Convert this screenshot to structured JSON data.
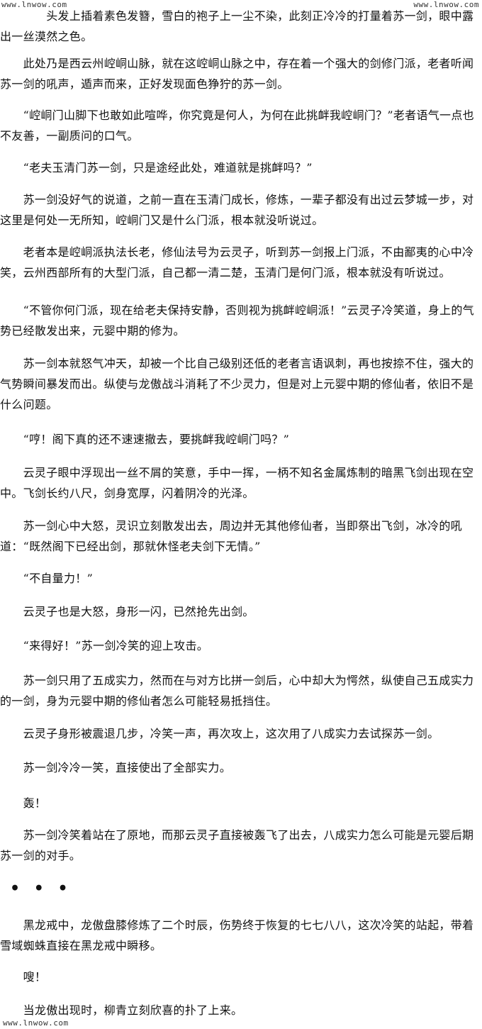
{
  "watermark": {
    "top_left": "www.lnwow.com",
    "top_right": "www.lnwow.com",
    "bottom_left": "www.lnwow.com"
  },
  "paragraphs": [
    "　　　　头发上插着素色发簪，雪白的袍子上一尘不染，此刻正冷冷的打量着苏一剑，眼中露出一丝漠然之色。",
    "　　此处乃是西云州崆峒山脉，就在这崆峒山脉之中，存在着一个强大的剑修门派，老者听闻苏一剑的吼声，遁声而来，正好发现面色狰狞的苏一剑。",
    "　　“崆峒门山脚下也敢如此喧哗，你究竟是何人，为何在此挑衅我崆峒门？”老者语气一点也不友善，一副质问的口气。",
    "　　“老夫玉清门苏一剑，只是途经此处，难道就是挑衅吗？”",
    "　　苏一剑没好气的说道，之前一直在玉清门成长，修炼，一辈子都没有出过云梦城一步，对这里是何处一无所知，崆峒门又是什么门派，根本就没听说过。",
    "　　老者本是崆峒派执法长老，修仙法号为云灵子，听到苏一剑报上门派，不由鄙夷的心中冷笑，云州西部所有的大型门派，自己都一清二楚，玉清门是何门派，根本就没有听说过。",
    "　　“不管你何门派，现在给老夫保持安静，否则视为挑衅崆峒派！”云灵子冷笑道，身上的气势已经散发出来，元婴中期的修为。",
    "　　苏一剑本就怒气冲天，却被一个比自己级别还低的老者言语讽刺，再也按捺不住，强大的气势瞬间暴发而出。纵使与龙傲战斗消耗了不少灵力，但是对上元婴中期的修仙者，依旧不是什么问题。",
    "　　“哼！阁下真的还不速速撤去，要挑衅我崆峒门吗？”",
    "　　云灵子眼中浮现出一丝不屑的笑意，手中一挥，一柄不知名金属炼制的暗黑飞剑出现在空中。飞剑长约八尺，剑身宽厚，闪着阴冷的光泽。",
    "　　苏一剑心中大怒，灵识立刻散发出去，周边并无其他修仙者，当即祭出飞剑，冰冷的吼道：“既然阁下已经出剑，那就休怪老夫剑下无情。”",
    "　　“不自量力！”",
    "　　云灵子也是大怒，身形一闪，已然抢先出剑。",
    "　　“来得好！”苏一剑冷笑的迎上攻击。",
    "　　苏一剑只用了五成实力，然而在与对方比拼一剑后，心中却大为愕然，纵使自己五成实力的一剑，身为元婴中期的修仙者怎么可能轻易抵挡住。",
    "　　云灵子身形被震退几步，冷笑一声，再次攻上，这次用了八成实力去试探苏一剑。",
    "　　苏一剑冷冷一笑，直接使出了全部实力。",
    "　　轰！",
    "　　苏一剑冷笑着站在了原地，而那云灵子直接被轰飞了出去，八成实力怎么可能是元婴后期苏一剑的对手。",
    "　　黑龙戒中，龙傲盘膝修炼了二个时辰，伤势终于恢复的七七八八，这次冷笑的站起，带着雪域蜘蛛直接在黑龙戒中瞬移。",
    "　　嗖！",
    "　　当龙傲出现时，柳青立刻欣喜的扑了上来。"
  ],
  "separator": "• • •"
}
